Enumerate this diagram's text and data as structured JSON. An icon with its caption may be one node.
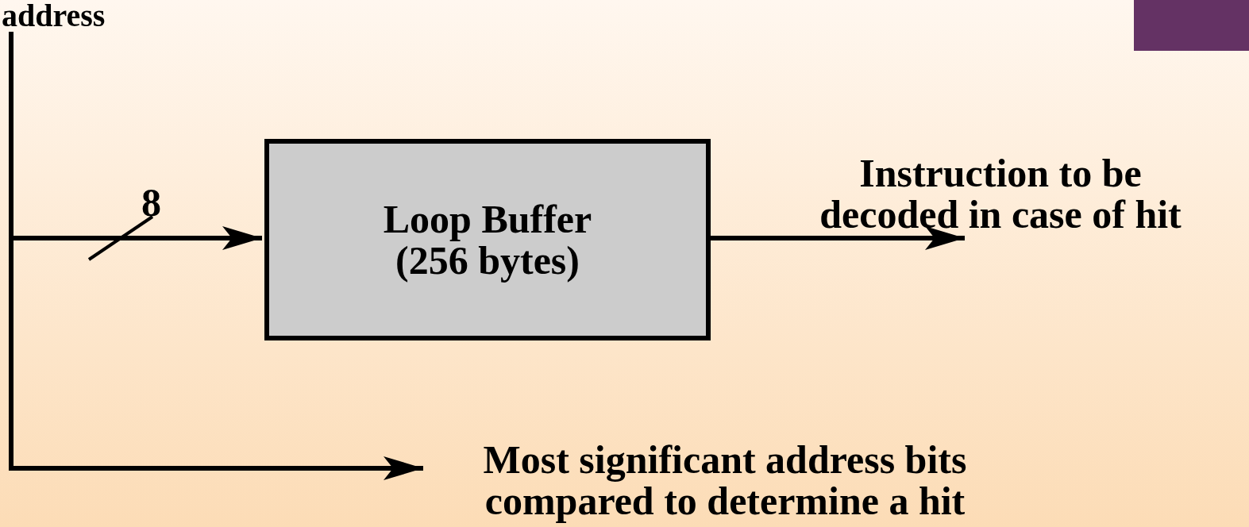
{
  "diagram": {
    "nodes": [
      {
        "text": [
          "address"
        ]
      },
      {
        "text": [
          "Loop Buffer (256 bytes)"
        ]
      },
      {
        "text": [
          "Instruction to be decoded in case of hit"
        ]
      },
      {
        "text": [
          "Most significant address bits compared to determine a hit"
        ]
      }
    ],
    "edges": [
      {
        "from": 0,
        "to": 1,
        "arrow": "to",
        "label": "8"
      },
      {
        "from": 1,
        "to": 2,
        "arrow": "to"
      },
      {
        "from": 0,
        "to": 3,
        "arrow": "to"
      }
    ]
  }
}
